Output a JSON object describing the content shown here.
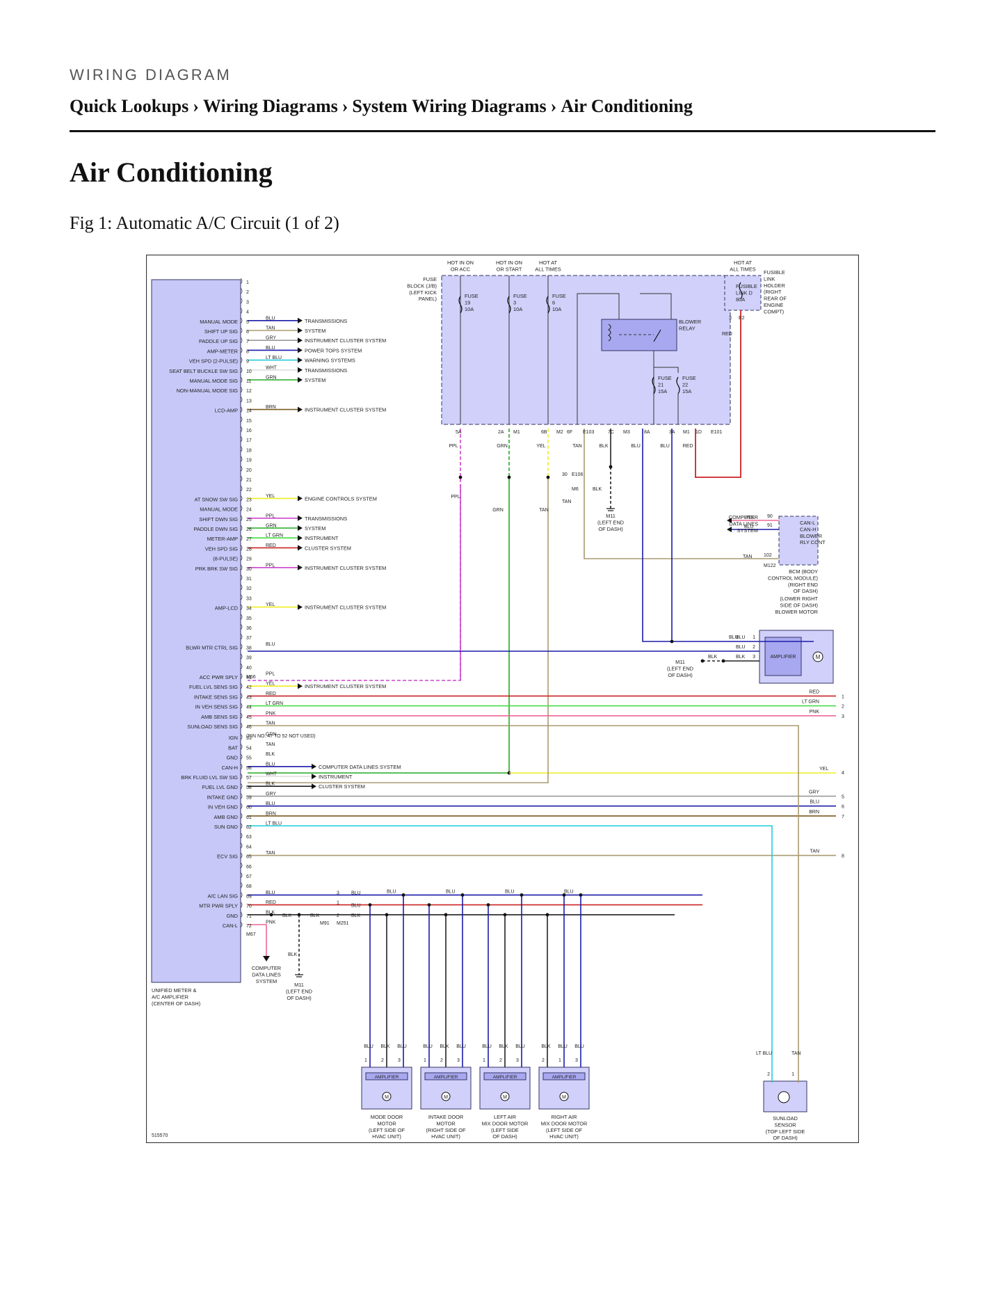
{
  "header": {
    "kicker": "WIRING DIAGRAM",
    "breadcrumb": [
      "Quick Lookups",
      "Wiring Diagrams",
      "System Wiring Diagrams",
      "Air Conditioning"
    ],
    "separator": "›"
  },
  "page_title": "Air Conditioning",
  "figure_caption": "Fig 1: Automatic A/C Circuit (1 of 2)",
  "diagram": {
    "figure_id": "515570",
    "module_name": [
      "UNIFIED METER &",
      "A/C AMPLIFIER",
      "(CENTER OF DASH)"
    ],
    "pin_labels": [
      {
        "pin": "1"
      },
      {
        "pin": "2"
      },
      {
        "pin": "3"
      },
      {
        "pin": "4"
      },
      {
        "pin": "5",
        "sig": "MANUAL MODE",
        "wire": "BLU",
        "dest": "TRANSMISSIONS"
      },
      {
        "pin": "6",
        "sig": "SHIFT UP SIG",
        "wire": "TAN",
        "dest": "SYSTEM"
      },
      {
        "pin": "7",
        "sig": "PADDLE UP SIG",
        "wire": "GRY",
        "dest": "INSTRUMENT CLUSTER SYSTEM"
      },
      {
        "pin": "8",
        "sig": "AMP-METER",
        "wire": "BLU",
        "dest": "POWER TOPS SYSTEM"
      },
      {
        "pin": "9",
        "sig": "VEH SPD (2-PULSE)",
        "wire": "LT BLU",
        "dest": "WARNING SYSTEMS"
      },
      {
        "pin": "10",
        "sig": "SEAT BELT BUCKLE SW SIG",
        "wire": "WHT",
        "dest": "TRANSMISSIONS"
      },
      {
        "pin": "11",
        "sig": "MANUAL MODE SIG",
        "wire": "GRN",
        "dest": "SYSTEM"
      },
      {
        "pin": "12",
        "sig": "NON-MANUAL MODE SIG"
      },
      {
        "pin": "13"
      },
      {
        "pin": "14",
        "sig": "LCD-AMP",
        "wire": "BRN",
        "dest": "INSTRUMENT CLUSTER SYSTEM"
      },
      {
        "pin": "15"
      },
      {
        "pin": "16"
      },
      {
        "pin": "17"
      },
      {
        "pin": "18"
      },
      {
        "pin": "19"
      },
      {
        "pin": "20"
      },
      {
        "pin": "21"
      },
      {
        "pin": "22"
      },
      {
        "pin": "23",
        "sig": "AT SNOW SW SIG",
        "wire": "YEL",
        "dest": "ENGINE CONTROLS SYSTEM"
      },
      {
        "pin": "24",
        "sig": "MANUAL MODE"
      },
      {
        "pin": "25",
        "sig": "SHIFT DWN SIG",
        "wire": "PPL",
        "dest": "TRANSMISSIONS"
      },
      {
        "pin": "26",
        "sig": "PADDLE DWN SIG",
        "wire": "GRN",
        "dest": "SYSTEM"
      },
      {
        "pin": "27",
        "sig": "METER-AMP",
        "wire": "LT GRN",
        "dest": "INSTRUMENT"
      },
      {
        "pin": "28",
        "sig": "VEH SPD SIG",
        "wire": "RED",
        "dest": "CLUSTER SYSTEM"
      },
      {
        "pin": "29",
        "sig": "(8-PULSE)"
      },
      {
        "pin": "30",
        "sig": "PRK BRK SW SIG",
        "wire": "PPL",
        "dest": "INSTRUMENT CLUSTER SYSTEM"
      },
      {
        "pin": "31"
      },
      {
        "pin": "32"
      },
      {
        "pin": "33"
      },
      {
        "pin": "34",
        "sig": "AMP-LCD",
        "wire": "YEL",
        "dest": "INSTRUMENT CLUSTER SYSTEM"
      },
      {
        "pin": "35"
      },
      {
        "pin": "36"
      },
      {
        "pin": "37"
      },
      {
        "pin": "38",
        "sig": "BLWR MTR CTRL SIG",
        "wire": "BLU"
      },
      {
        "pin": "39"
      },
      {
        "pin": "40"
      },
      {
        "pin": "41",
        "sig": "ACC PWR SPLY",
        "wire": "PPL"
      },
      {
        "pin": "42",
        "sig": "FUEL LVL SENS SIG",
        "wire": "YEL",
        "dest": "INSTRUMENT CLUSTER SYSTEM"
      },
      {
        "pin": "43",
        "sig": "INTAKE SENS SIG",
        "wire": "RED"
      },
      {
        "pin": "44",
        "sig": "IN VEH SENS SIG",
        "wire": "LT GRN"
      },
      {
        "pin": "45",
        "sig": "AMB SENS SIG",
        "wire": "PNK"
      },
      {
        "pin": "46",
        "sig": "SUNLOAD SENS SIG",
        "wire": "TAN"
      },
      {
        "pin": "53",
        "sig": "IGN",
        "wire": "GRN"
      },
      {
        "pin": "54",
        "sig": "BAT",
        "wire": "TAN"
      },
      {
        "pin": "55",
        "sig": "GND",
        "wire": "BLK"
      },
      {
        "pin": "56",
        "sig": "CAN-H",
        "wire": "BLU",
        "dest": "COMPUTER DATA LINES SYSTEM"
      },
      {
        "pin": "57",
        "sig": "BRK FLUID LVL SW SIG",
        "wire": "WHT",
        "dest": "INSTRUMENT"
      },
      {
        "pin": "58",
        "sig": "FUEL LVL GND",
        "wire": "BLK",
        "dest": "CLUSTER SYSTEM"
      },
      {
        "pin": "59",
        "sig": "INTAKE GND",
        "wire": "GRY"
      },
      {
        "pin": "60",
        "sig": "IN VEH GND",
        "wire": "BLU"
      },
      {
        "pin": "61",
        "sig": "AMB GND",
        "wire": "BRN"
      },
      {
        "pin": "62",
        "sig": "SUN GND",
        "wire": "LT BLU"
      },
      {
        "pin": "63"
      },
      {
        "pin": "64"
      },
      {
        "pin": "65",
        "sig": "ECV SIG",
        "wire": "TAN"
      },
      {
        "pin": "66"
      },
      {
        "pin": "67"
      },
      {
        "pin": "68"
      },
      {
        "pin": "69",
        "sig": "A/C LAN SIG",
        "wire": "BLU"
      },
      {
        "pin": "70",
        "sig": "MTR PWR SPLY",
        "wire": "RED"
      },
      {
        "pin": "71",
        "sig": "GND",
        "wire": "BLK"
      },
      {
        "pin": "72",
        "sig": "CAN-L",
        "wire": "PNK"
      }
    ],
    "connector_tags": {
      "m66": "M66",
      "m67": "M67",
      "pin_note": "(PIN NO: 47 TO 52 NOT USED)"
    },
    "fuse_block": {
      "label": [
        "FUSE",
        "BLOCK (J/B)",
        "(LEFT KICK",
        "PANEL)"
      ],
      "hot_labels": [
        [
          "HOT IN ON",
          "OR ACC"
        ],
        [
          "HOT IN ON",
          "OR START"
        ],
        [
          "HOT AT",
          "ALL TIMES"
        ]
      ],
      "fuses": [
        [
          "FUSE",
          "19",
          "10A"
        ],
        [
          "FUSE",
          "3",
          "10A"
        ],
        [
          "FUSE",
          "6",
          "10A"
        ],
        [
          "FUSE",
          "21",
          "15A"
        ],
        [
          "FUSE",
          "22",
          "15A"
        ]
      ],
      "relay": [
        "BLOWER",
        "RELAY"
      ],
      "terminals": [
        "5A",
        "2A",
        "M1",
        "6B",
        "M2",
        "6F",
        "E103",
        "7C",
        "M3",
        "8A",
        "3A",
        "M1",
        "1D",
        "E101"
      ],
      "terminal_wires": [
        "PPL",
        "GRN",
        "YEL",
        "TAN",
        "BLK",
        "BLU",
        "BLU",
        "RED"
      ]
    },
    "fusible_link": {
      "hot": [
        "HOT AT",
        "ALL TIMES"
      ],
      "fuse": [
        "FUSIBLE",
        "LINK D",
        "80A"
      ],
      "holder": [
        "FUSIBLE",
        "LINK",
        "HOLDER",
        "(RIGHT",
        "REAR OF",
        "ENGINE",
        "COMPT)"
      ],
      "pin": "3",
      "conn": "E2",
      "wire": "RED"
    },
    "mid_labels": {
      "e106_pin": "30",
      "e106": "E106",
      "m6": "M6",
      "tan": "TAN",
      "blk": "BLK",
      "ppl": "PPL",
      "grn": "GRN",
      "m11_a": [
        "M11",
        "(LEFT END",
        "OF DASH)"
      ]
    },
    "bcm": {
      "sys": [
        "COMPUTER",
        "DATA LINES",
        "SYSTEM"
      ],
      "wires": [
        "PNK",
        "BLU",
        "TAN"
      ],
      "pins": [
        "90",
        "91",
        "102"
      ],
      "conn": "M122",
      "box": [
        "CAN-L",
        "CAN-H",
        "BLOWER",
        "RLY CONT"
      ],
      "name": [
        "BCM (BODY",
        "CONTROL MODULE)",
        "(RIGHT END",
        "OF DASH)"
      ]
    },
    "blower": {
      "name": [
        "(LOWER RIGHT",
        "SIDE OF DASH)",
        "BLOWER MOTOR"
      ],
      "amp": "AMPLIFIER",
      "motor": "M",
      "wires": [
        "BLU",
        "BLU",
        "BLU",
        "BLK",
        "BLK"
      ],
      "pins": [
        "1",
        "2",
        "3"
      ],
      "m11": [
        "M11",
        "(LEFT END",
        "OF DASH)"
      ]
    },
    "right_wires": {
      "top": [
        [
          "RED",
          "1"
        ],
        [
          "LT GRN",
          "2"
        ],
        [
          "PNK",
          "3"
        ]
      ],
      "yel": [
        "YEL",
        "4"
      ],
      "gnd": [
        [
          "GRY",
          "5"
        ],
        [
          "BLU",
          "6"
        ],
        [
          "BRN",
          "7"
        ]
      ],
      "tan": [
        "TAN",
        "8"
      ]
    },
    "lan": {
      "pins": [
        "3",
        "1",
        "2"
      ],
      "wires": [
        "BLU",
        "BLU",
        "BLK"
      ],
      "blk": "BLK",
      "conns": [
        "M91",
        "M251"
      ],
      "cds": [
        "COMPUTER",
        "DATA LINES",
        "SYSTEM"
      ],
      "m11": [
        "M11",
        "(LEFT END",
        "OF DASH)"
      ]
    },
    "motors": [
      {
        "wires": [
          "BLU",
          "BLK",
          "BLU"
        ],
        "pins": [
          "1",
          "2",
          "3"
        ],
        "amp": "AMPLIFIER",
        "m": "M",
        "name": [
          "MODE DOOR",
          "MOTOR",
          "(LEFT SIDE OF",
          "HVAC UNIT)"
        ]
      },
      {
        "wires": [
          "BLU",
          "BLK",
          "BLU"
        ],
        "pins": [
          "1",
          "2",
          "3"
        ],
        "amp": "AMPLIFIER",
        "m": "M",
        "name": [
          "INTAKE DOOR",
          "MOTOR",
          "(RIGHT SIDE OF",
          "HVAC UNIT)"
        ]
      },
      {
        "wires": [
          "BLU",
          "BLK",
          "BLU"
        ],
        "pins": [
          "1",
          "2",
          "3"
        ],
        "amp": "AMPLIFIER",
        "m": "M",
        "name": [
          "LEFT AIR",
          "MIX DOOR MOTOR",
          "(LEFT SIDE",
          "OF DASH)"
        ]
      },
      {
        "wires": [
          "BLK",
          "BLU",
          "BLU"
        ],
        "pins": [
          "2",
          "1",
          "3"
        ],
        "amp": "AMPLIFIER",
        "m": "M",
        "name": [
          "RIGHT AIR",
          "MIX DOOR MOTOR",
          "(LEFT SIDE OF",
          "HVAC UNIT)"
        ]
      }
    ],
    "sunload": {
      "wires": [
        "LT BLU",
        "TAN"
      ],
      "pins": [
        "2",
        "1"
      ],
      "name": [
        "SUNLOAD",
        "SENSOR",
        "(TOP LEFT SIDE",
        "OF DASH)"
      ]
    },
    "colors": {
      "BLU": "#1a1aaa",
      "TAN": "#a89a70",
      "GRY": "#999999",
      "LT BLU": "#22ccdd",
      "WHT": "#dddddd",
      "GRN": "#22aa22",
      "BRN": "#7a5a20",
      "YEL": "#eeee22",
      "PPL": "#cc44cc",
      "LT GRN": "#44dd44",
      "RED": "#cc2222",
      "BLK": "#222222",
      "PNK": "#ee6699",
      "box_fill": "#c8c8f8",
      "box_stroke": "#333366"
    }
  }
}
